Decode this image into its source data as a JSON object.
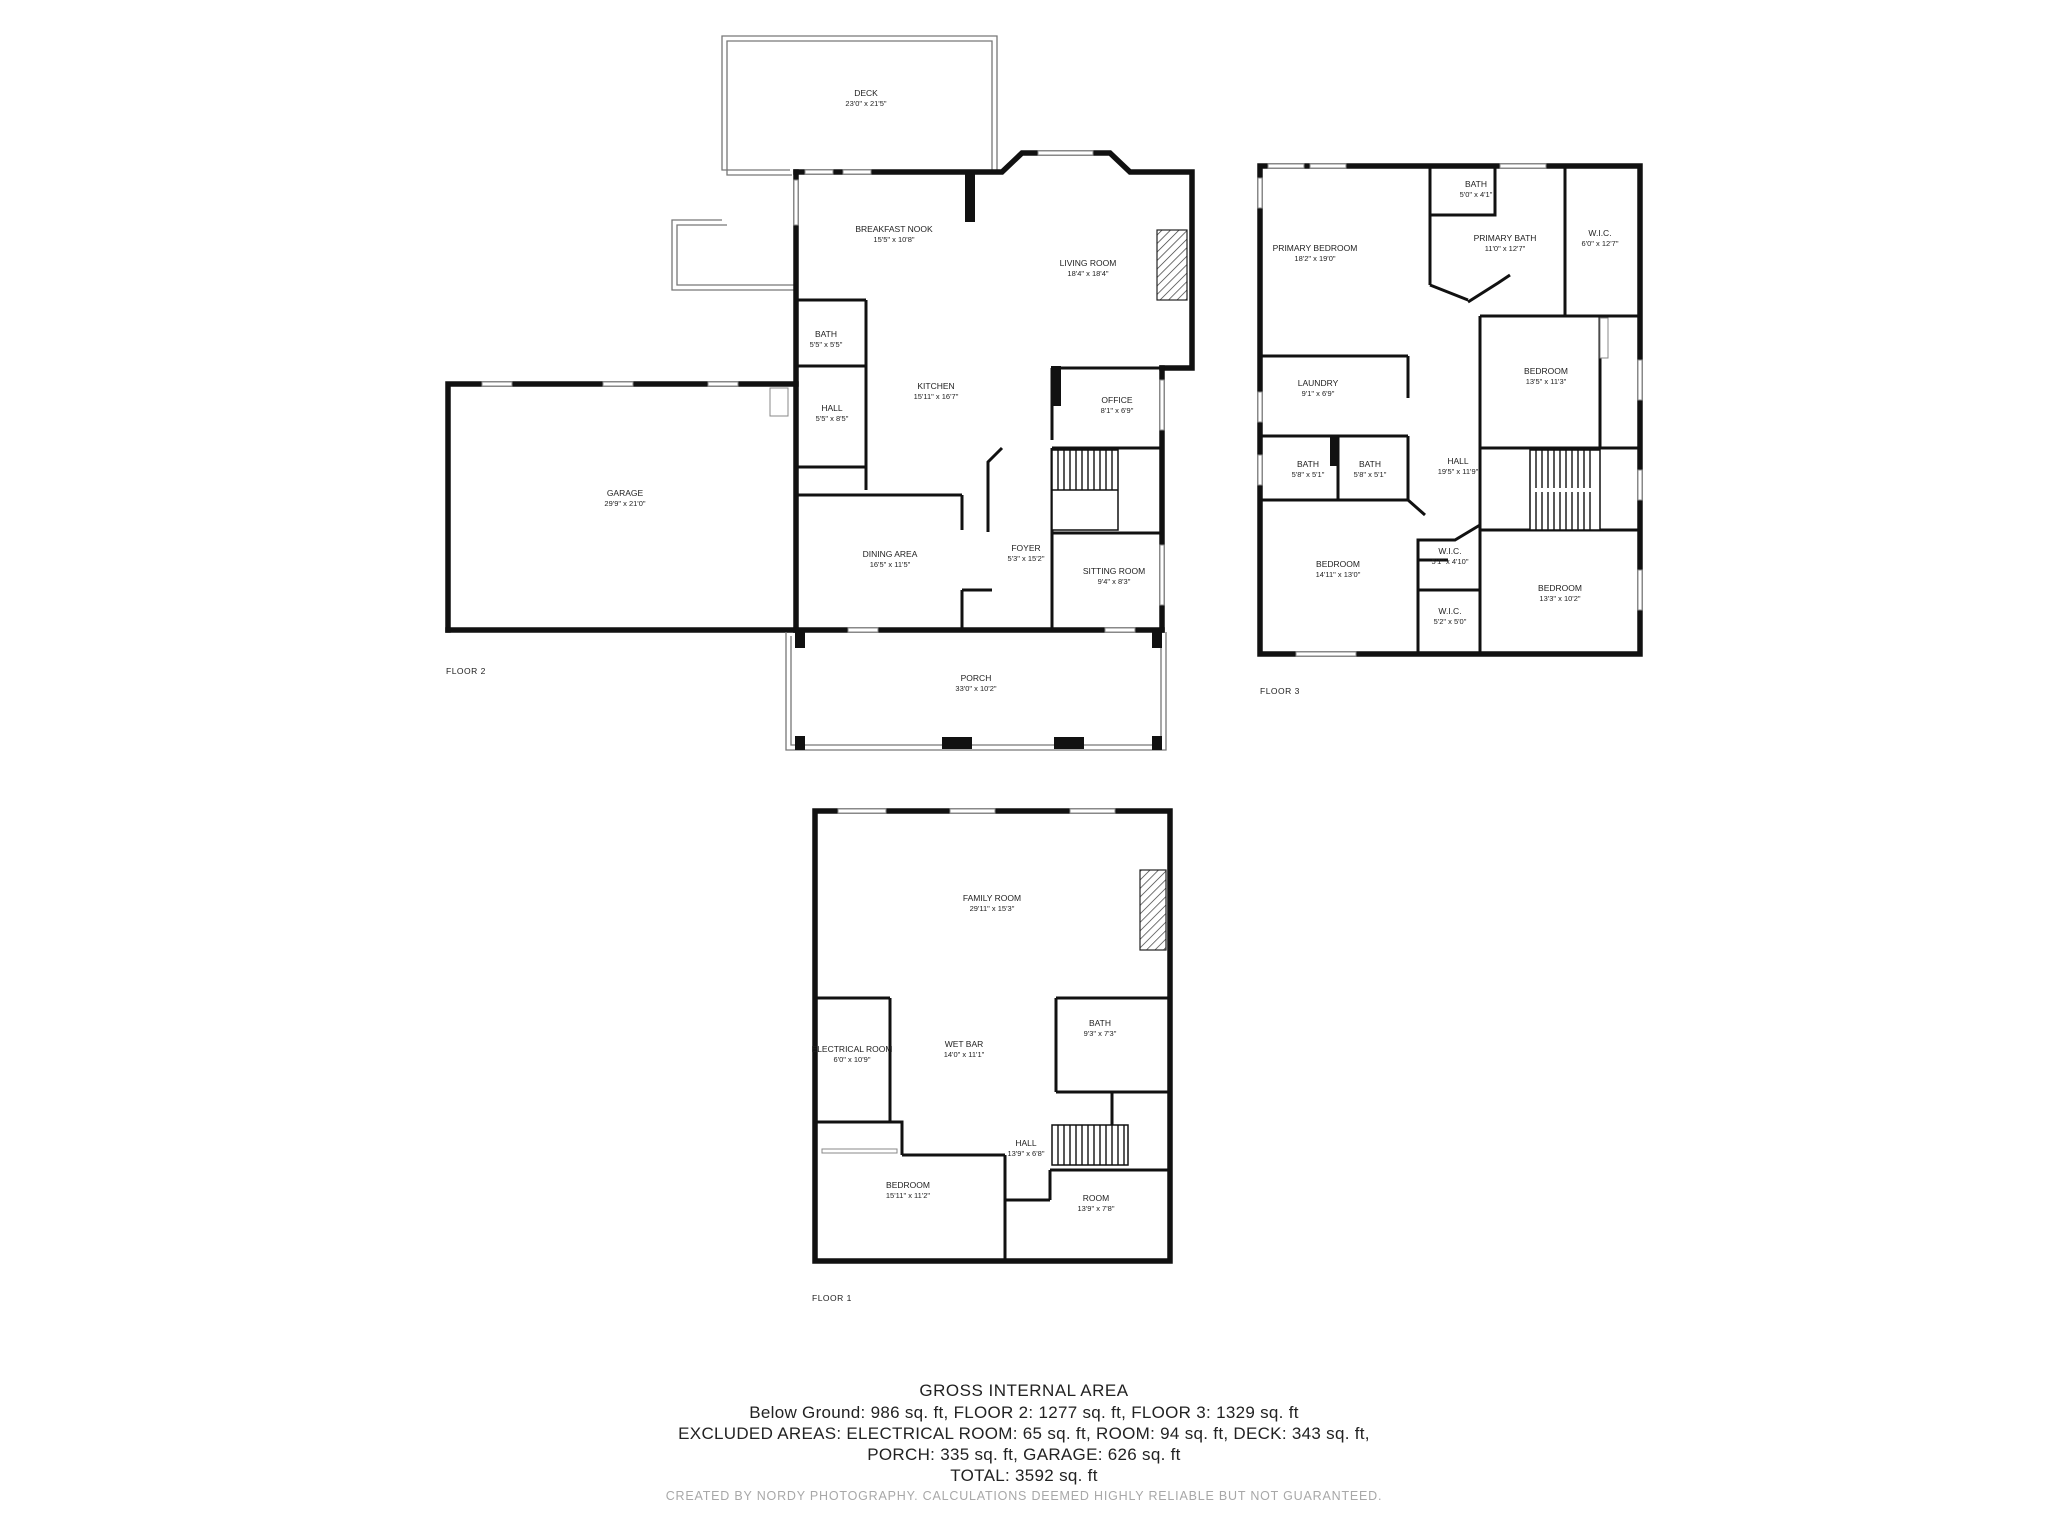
{
  "floors": [
    {
      "label": "FLOOR 2",
      "rooms": [
        {
          "name": "DECK",
          "dims": "23'0\" x 21'5\""
        },
        {
          "name": "BREAKFAST NOOK",
          "dims": "15'5\" x 10'8\""
        },
        {
          "name": "LIVING ROOM",
          "dims": "18'4\" x 18'4\""
        },
        {
          "name": "BATH",
          "dims": "5'5\" x 5'5\""
        },
        {
          "name": "KITCHEN",
          "dims": "15'11\" x 16'7\""
        },
        {
          "name": "HALL",
          "dims": "5'5\" x 8'5\""
        },
        {
          "name": "OFFICE",
          "dims": "8'1\" x 6'9\""
        },
        {
          "name": "GARAGE",
          "dims": "29'9\" x 21'0\""
        },
        {
          "name": "DINING AREA",
          "dims": "16'5\" x 11'5\""
        },
        {
          "name": "FOYER",
          "dims": "5'3\" x 15'2\""
        },
        {
          "name": "SITTING ROOM",
          "dims": "9'4\" x 8'3\""
        },
        {
          "name": "PORCH",
          "dims": "33'0\" x 10'2\""
        }
      ]
    },
    {
      "label": "FLOOR 3",
      "rooms": [
        {
          "name": "BATH",
          "dims": "5'0\" x 4'1\""
        },
        {
          "name": "PRIMARY BEDROOM",
          "dims": "18'2\" x 19'0\""
        },
        {
          "name": "PRIMARY BATH",
          "dims": "11'0\" x 12'7\""
        },
        {
          "name": "W.I.C.",
          "dims": "6'0\" x 12'7\""
        },
        {
          "name": "BEDROOM",
          "dims": "13'5\" x 11'3\""
        },
        {
          "name": "LAUNDRY",
          "dims": "9'1\" x 6'9\""
        },
        {
          "name": "BATH",
          "dims": "5'8\" x 5'1\""
        },
        {
          "name": "BATH",
          "dims": "5'8\" x 5'1\""
        },
        {
          "name": "HALL",
          "dims": "19'5\" x 11'9\""
        },
        {
          "name": "BEDROOM",
          "dims": "14'11\" x 13'0\""
        },
        {
          "name": "W.I.C.",
          "dims": "5'1\" x 4'10\""
        },
        {
          "name": "BEDROOM",
          "dims": "13'3\" x 10'2\""
        },
        {
          "name": "W.I.C.",
          "dims": "5'2\" x 5'0\""
        }
      ]
    },
    {
      "label": "FLOOR 1",
      "rooms": [
        {
          "name": "FAMILY ROOM",
          "dims": "29'11\" x 15'3\""
        },
        {
          "name": "BATH",
          "dims": "9'3\" x 7'3\""
        },
        {
          "name": "ELECTRICAL ROOM",
          "dims": "6'0\" x 10'9\""
        },
        {
          "name": "WET BAR",
          "dims": "14'0\" x 11'1\""
        },
        {
          "name": "HALL",
          "dims": "13'9\" x 6'8\""
        },
        {
          "name": "BEDROOM",
          "dims": "15'11\" x 11'2\""
        },
        {
          "name": "ROOM",
          "dims": "13'9\" x 7'8\""
        }
      ]
    }
  ],
  "summary": {
    "title": "GROSS INTERNAL AREA",
    "lines": [
      "Below Ground: 986 sq. ft, FLOOR 2: 1277 sq. ft, FLOOR 3: 1329 sq. ft",
      "EXCLUDED AREAS: ELECTRICAL ROOM: 65 sq. ft, ROOM: 94 sq. ft, DECK: 343 sq. ft,",
      "PORCH: 335 sq. ft, GARAGE: 626 sq. ft",
      "TOTAL: 3592 sq. ft"
    ],
    "credit": "CREATED BY NORDY PHOTOGRAPHY. CALCULATIONS DEEMED HIGHLY RELIABLE BUT NOT GUARANTEED."
  }
}
